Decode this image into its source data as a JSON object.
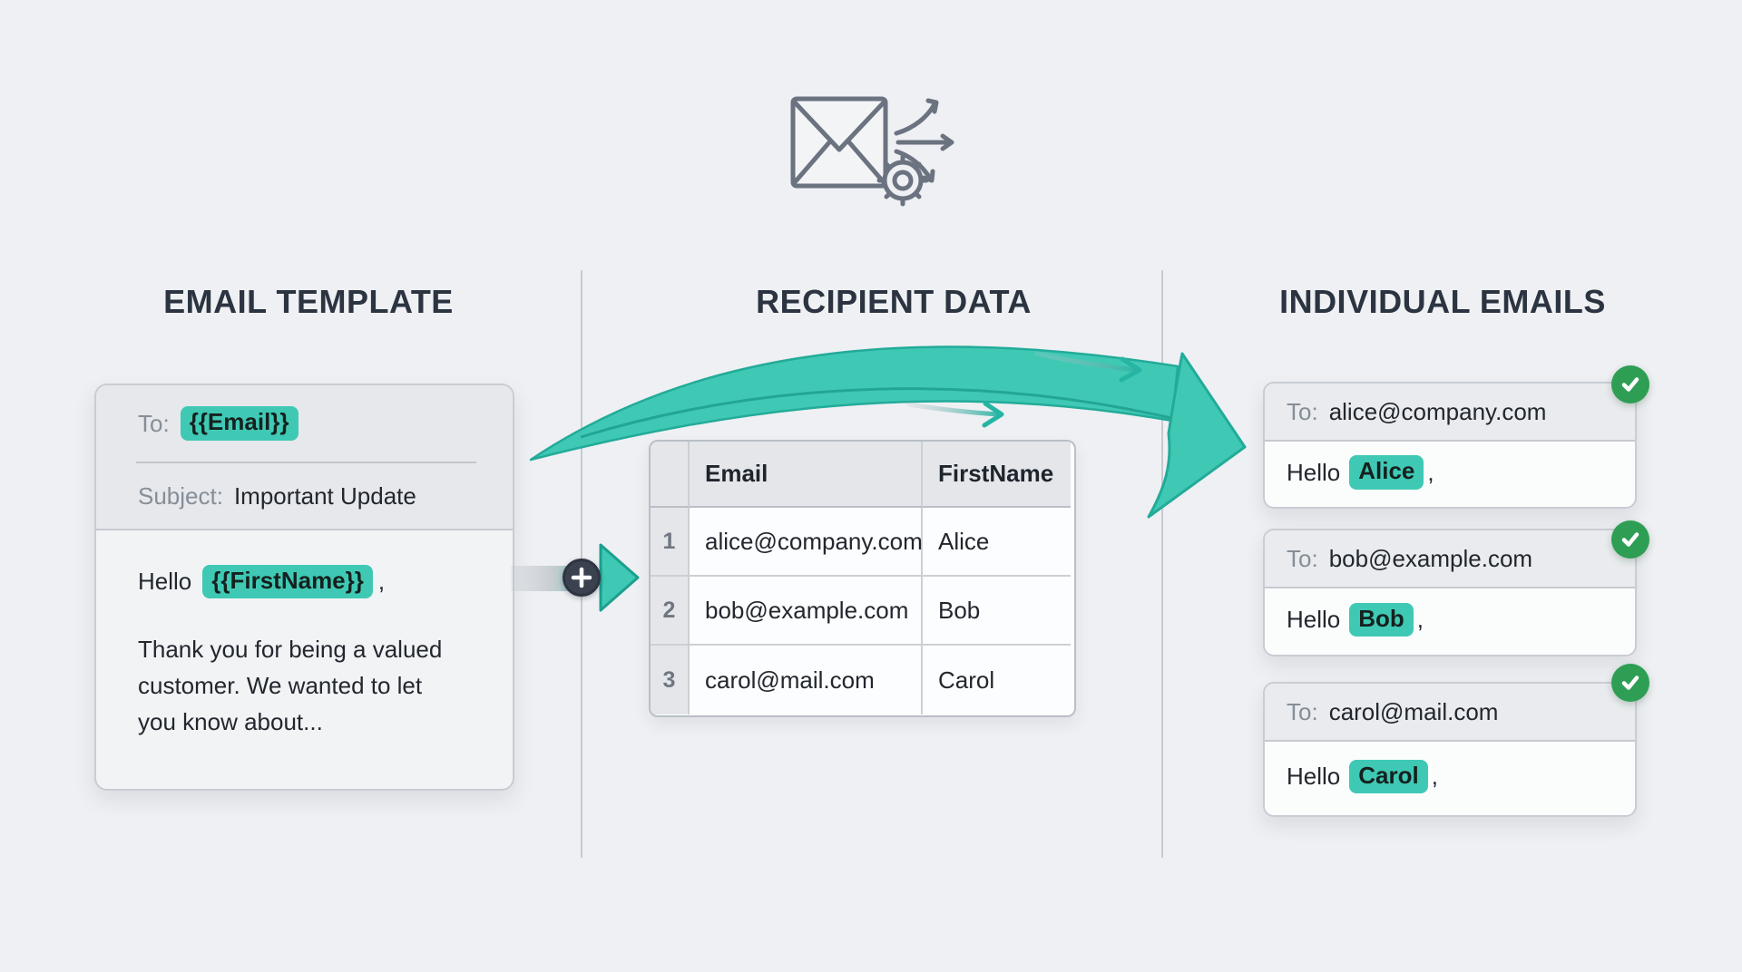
{
  "page_title": "Mail merge diagram",
  "header_icon": "envelope-gear-fanout",
  "columns": [
    {
      "heading": "EMAIL TEMPLATE"
    },
    {
      "heading": "RECIPIENT DATA"
    },
    {
      "heading": "INDIVIDUAL EMAILS"
    }
  ],
  "template_card": {
    "to_label": "To:",
    "to_token": "{{Email}}",
    "subject_label": "Subject:",
    "subject_value": "Important Update",
    "greeting_prefix": "Hello",
    "greeting_token": "{{FirstName}}",
    "greeting_suffix": ",",
    "body_line_1": "Thank you for being a valued",
    "body_line_2": "customer. We wanted to let",
    "body_line_3": "you know about..."
  },
  "connector": {
    "plus_symbol": "+"
  },
  "recipient_table": {
    "headers": {
      "email": "Email",
      "first_name": "FirstName"
    },
    "rows": [
      {
        "n": "1",
        "email": "alice@company.com",
        "first_name": "Alice"
      },
      {
        "n": "2",
        "email": "bob@example.com",
        "first_name": "Bob"
      },
      {
        "n": "3",
        "email": "carol@mail.com",
        "first_name": "Carol"
      }
    ]
  },
  "emails": [
    {
      "to_label": "To:",
      "to_value": "alice@company.com",
      "greeting_prefix": "Hello",
      "name_token": "Alice",
      "greeting_suffix": ","
    },
    {
      "to_label": "To:",
      "to_value": "bob@example.com",
      "greeting_prefix": "Hello",
      "name_token": "Bob",
      "greeting_suffix": ","
    },
    {
      "to_label": "To:",
      "to_value": "carol@mail.com",
      "greeting_prefix": "Hello",
      "name_token": "Carol",
      "greeting_suffix": ","
    }
  ],
  "colors": {
    "background": "#EEF0F3",
    "accent_teal": "#3FC9B5",
    "accent_teal_dark": "#1BA28F",
    "success_green": "#2F9E55",
    "heading_text": "#2B3440",
    "body_text": "#22272E",
    "muted_text": "#868E97",
    "divider_gray": "#C6CAD0",
    "icon_gray": "#6B7280"
  }
}
